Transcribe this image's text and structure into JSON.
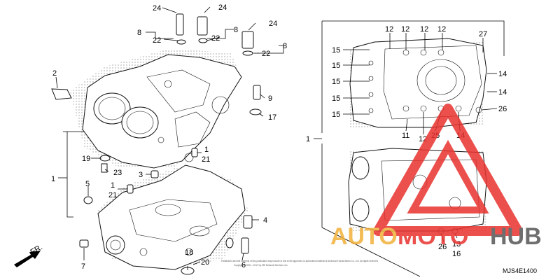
{
  "diagram_code": "MJS4E1400",
  "front_arrow_label": "FR.",
  "copyright_notice": "Partslink24 and the contents of this publication may include or link to the approved or authorised material of American Honda Motor Co., Inc. All rights reserved",
  "copyright_notice_2": "Copyright © 2004 - 2017 by ARI Network Services, Inc.",
  "watermark": {
    "auto": "AUTO",
    "moto": "MOTO",
    "hub": "HUB",
    "color_orange": "#f2b13a",
    "color_red": "#e8322f",
    "color_grey": "#555555"
  },
  "callouts_left": [
    "24",
    "24",
    "24",
    "8",
    "22",
    "8",
    "22",
    "24",
    "8",
    "22",
    "2",
    "9",
    "17",
    "1",
    "19",
    "23",
    "3",
    "1",
    "21",
    "1",
    "21",
    "5",
    "4",
    "6",
    "7",
    "18",
    "20"
  ],
  "callouts_right": [
    "12",
    "12",
    "12",
    "12",
    "27",
    "15",
    "15",
    "15",
    "15",
    "15",
    "14",
    "14",
    "26",
    "11",
    "12",
    "25",
    "14",
    "26",
    "13",
    "16"
  ],
  "assembly_label": "1"
}
